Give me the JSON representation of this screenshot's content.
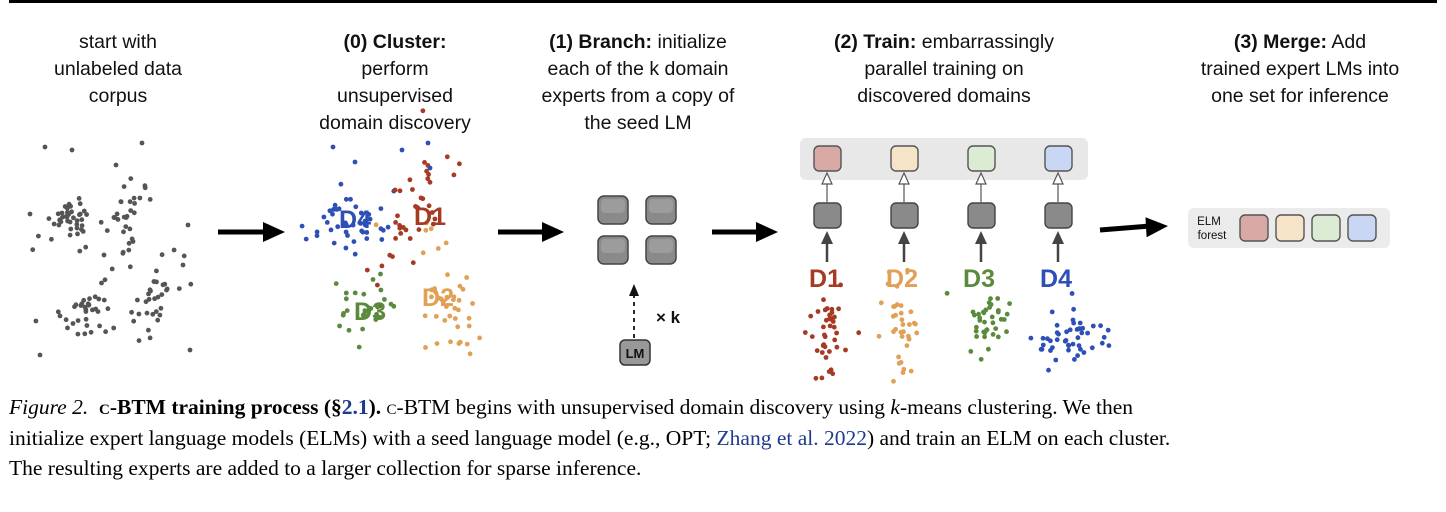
{
  "stages": [
    {
      "bold": "",
      "lines": [
        "start with",
        "unlabeled data",
        "corpus"
      ]
    },
    {
      "bold": "(0) Cluster:",
      "lines": [
        "perform",
        "unsupervised",
        "domain discovery"
      ]
    },
    {
      "bold": "(1) Branch:",
      "first": " initialize",
      "lines": [
        "each of the k domain",
        "experts from a copy of",
        "the seed LM"
      ]
    },
    {
      "bold": "(2) Train:",
      "first": " embarrassingly",
      "lines": [
        "parallel training on",
        "discovered domains"
      ]
    },
    {
      "bold": "(3) Merge:",
      "first": " Add",
      "lines": [
        "trained expert LMs into",
        "one set for inference"
      ]
    }
  ],
  "domains": [
    {
      "label": "D1",
      "color": "#a63a23"
    },
    {
      "label": "D2",
      "color": "#e0a055"
    },
    {
      "label": "D3",
      "color": "#5a8a3c"
    },
    {
      "label": "D4",
      "color": "#2d4fb6"
    }
  ],
  "expert_fills": [
    "#d9aaa5",
    "#f6e4c9",
    "#dcebd3",
    "#c9d6f4"
  ],
  "lm_label": "LM",
  "times_k": "× k",
  "forest_label": [
    "ELM",
    "forest"
  ],
  "caption": {
    "fig": "Figure 2.",
    "title_sc": "c",
    "title_rest": "-BTM training process (§",
    "title_ref": "2.1",
    "title_end": ").",
    "sc_word": "c",
    "line1_rest": "-BTM begins with unsupervised domain discovery using ",
    "k": "k",
    "line1_end": "-means clustering. We then",
    "line2_a": "initialize expert language models (ELMs) with a seed language model (e.g., OPT; ",
    "line2_link": "Zhang et al. 2022",
    "line2_b": ") and train an ELM on each cluster.",
    "line3": "The resulting experts are added to a larger collection for sparse inference."
  }
}
